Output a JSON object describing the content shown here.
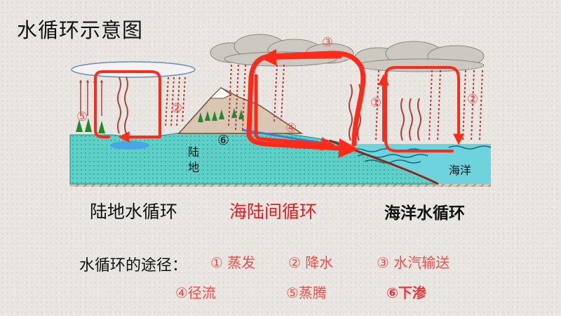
{
  "title": "水循环示意图",
  "diagram": {
    "land_label_top": "陆",
    "land_label_bottom": "地",
    "ocean_label": "海洋",
    "markers": {
      "m1": "①",
      "m2_left": "②",
      "m2_right": "②",
      "m3": "③",
      "m4": "④",
      "m5": "⑤",
      "m6": "⑥"
    }
  },
  "cycles": {
    "land": "陆地水循环",
    "sea_land": "海陆间循环",
    "ocean": "海洋水循环"
  },
  "routes": {
    "title": "水循环的途径：",
    "items": [
      {
        "label": "① 蒸发"
      },
      {
        "label": "② 降水"
      },
      {
        "label": "③ 水汽输送"
      },
      {
        "label": "④径流"
      },
      {
        "label": "⑤蒸腾"
      },
      {
        "label": "⑥下渗"
      }
    ]
  },
  "colors": {
    "arrow_red": "#ff2a1a",
    "text_red": "#e8191e",
    "ocean": "#6fd3dd",
    "land_top": "#5ad2c7"
  }
}
